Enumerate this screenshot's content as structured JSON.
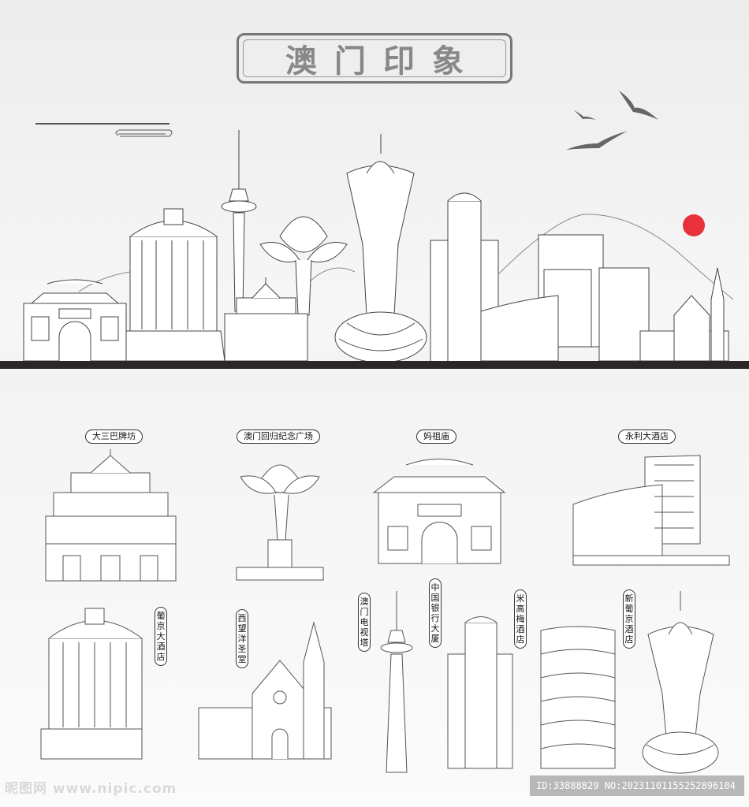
{
  "title": "澳门印象",
  "landmarks": [
    {
      "id": "ruins",
      "label": "大三巴牌坊"
    },
    {
      "id": "lotus",
      "label": "澳门回归纪念广场"
    },
    {
      "id": "amatemple",
      "label": "妈祖庙"
    },
    {
      "id": "wynn",
      "label": "永利大酒店"
    },
    {
      "id": "lisboa",
      "label": "葡京大酒店"
    },
    {
      "id": "stlawrence",
      "label": "西望洋圣堂"
    },
    {
      "id": "tower",
      "label": "澳门电视塔"
    },
    {
      "id": "boc",
      "label": "中国银行大厦"
    },
    {
      "id": "mgm",
      "label": "米高梅酒店"
    },
    {
      "id": "grandlisboa",
      "label": "新葡京酒店"
    }
  ],
  "watermark": {
    "site": "昵图网 www.nipic.com",
    "id": "ID:33888829 NO:20231101155252896104"
  },
  "colors": {
    "sun": "#e8313a",
    "ground": "#2b2627",
    "line": "#444444"
  }
}
